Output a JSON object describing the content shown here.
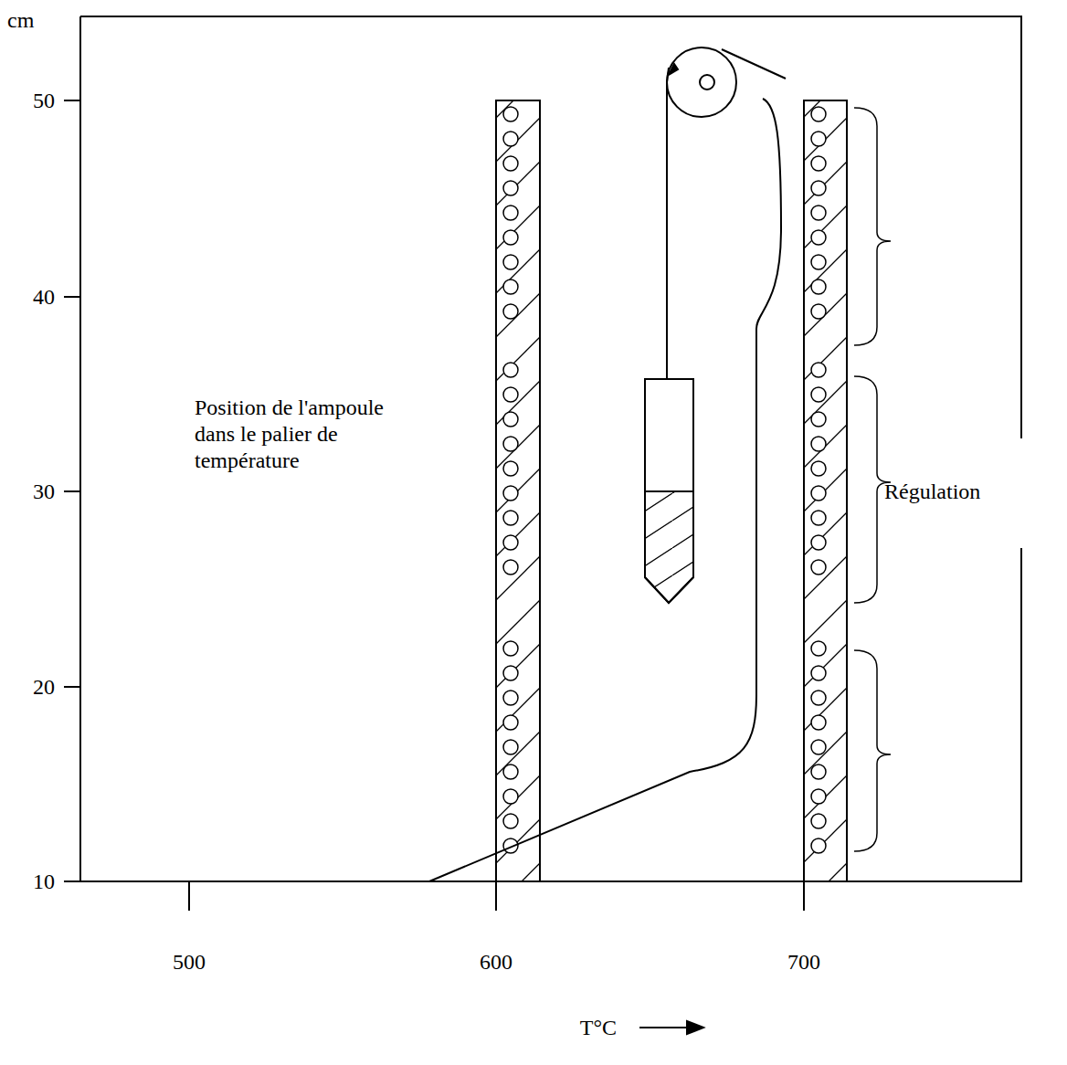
{
  "diagram": {
    "labels": [
      "cm",
      "50",
      "40",
      "30",
      "20",
      "10",
      "500",
      "600",
      "700",
      "T°C",
      "Position de l'ampoule dans le palier de température",
      "Régulation"
    ]
  }
}
